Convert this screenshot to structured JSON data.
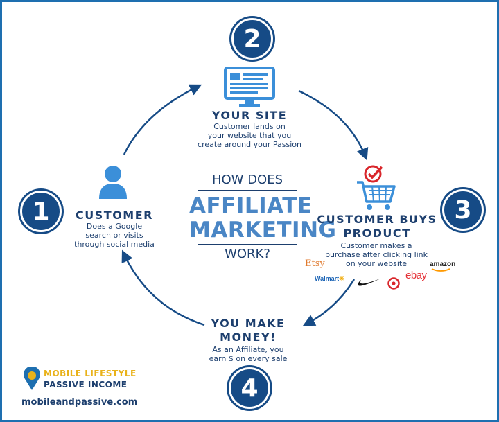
{
  "title": {
    "top": "HOW DOES",
    "line1": "AFFILIATE",
    "line2": "MARKETING",
    "bottom": "WORK?"
  },
  "steps": [
    {
      "number": "1",
      "heading": "CUSTOMER",
      "description": [
        "Does a Google",
        "search or visits",
        "through social media"
      ],
      "icon": "person-icon"
    },
    {
      "number": "2",
      "heading": "YOUR SITE",
      "description": [
        "Customer lands on",
        "your website that you",
        "create around your Passion"
      ],
      "icon": "monitor-icon"
    },
    {
      "number": "3",
      "heading": [
        "CUSTOMER BUYS",
        "PRODUCT"
      ],
      "description": [
        "Customer makes a",
        "purchase after clicking link",
        "on your website"
      ],
      "icon": "shopping-cart-icon"
    },
    {
      "number": "4",
      "heading": [
        "YOU MAKE",
        "MONEY!"
      ],
      "description": [
        "As an Affiliate, you",
        "earn $ on every sale"
      ],
      "icon": null
    }
  ],
  "retailers": {
    "etsy": "Etsy",
    "walmart": "Walmart",
    "amazon": "amazon",
    "ebay": "ebay",
    "nike_icon": "nike-swoosh-icon",
    "target_icon": "target-bullseye-icon"
  },
  "brand": {
    "line1": "MOBILE LIFESTYLE",
    "line2": "PASSIVE INCOME",
    "url": "mobileandpassive.com",
    "icon": "map-pin-icon"
  },
  "colors": {
    "border": "#1e6fb0",
    "dark_blue": "#164b86",
    "text_blue": "#1d3f6e",
    "light_blue": "#4a86c5",
    "icon_blue": "#3b8fd9",
    "cart_red": "#d9262b",
    "brand_yellow": "#e9b21a"
  }
}
